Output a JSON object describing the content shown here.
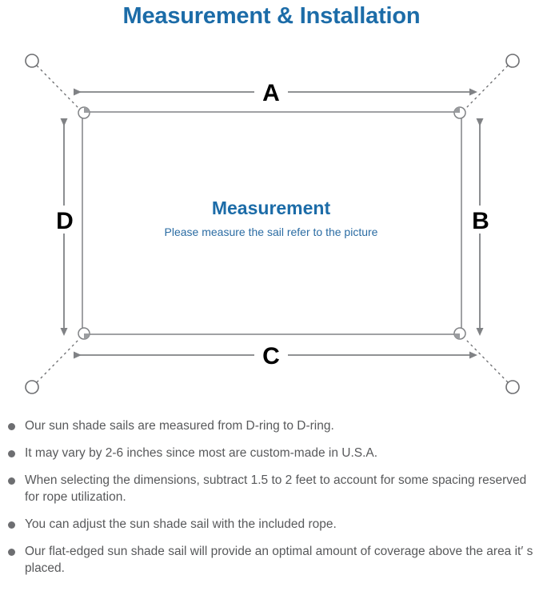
{
  "header": {
    "title": "Measurement & Installation",
    "title_color": "#1c6ca8"
  },
  "diagram": {
    "name": "sun-shade-sail-measurement-diagram",
    "center_heading": "Measurement",
    "center_subtext": "Please measure the sail refer to the picture",
    "center_heading_color": "#1c6ca8",
    "center_subtext_color": "#2b6ca3",
    "line_color": "#808285",
    "label_color": "#000000",
    "dimension_labels": {
      "top": "A",
      "right": "B",
      "bottom": "C",
      "left": "D"
    },
    "corner_hardware": "D-ring",
    "anchor_count": 4,
    "rope_style": "dotted"
  },
  "notes": [
    "Our sun shade sails are measured from D-ring to D-ring.",
    "It may vary by 2-6 inches since most are custom-made in U.S.A.",
    "When selecting the dimensions, subtract 1.5 to 2 feet to account for some spacing reserved for rope utilization.",
    "You can adjust the sun shade sail with the included rope.",
    "Our flat-edged sun shade sail will provide an optimal amount of coverage above the area it′ s placed."
  ]
}
